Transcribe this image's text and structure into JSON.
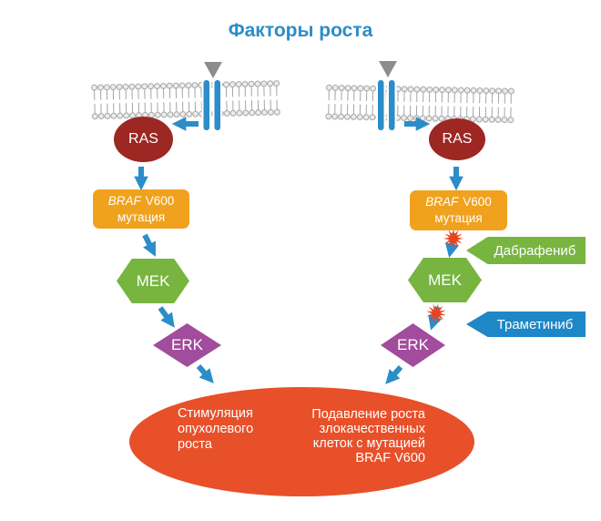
{
  "title": "Факторы роста",
  "theme": {
    "blue": "#2b8dc9",
    "maroon": "#9c2723",
    "orange": "#f0a21e",
    "green": "#77b540",
    "purple": "#a14c9c",
    "red_orange": "#e8502a",
    "drug_blue": "#1e87c6",
    "star_red": "#e8441f",
    "membrane_gray": "#a3a3a3",
    "membrane_head_fill": "#ededed",
    "ligand_gray": "#8d8d8d"
  },
  "left_pathway": {
    "ras_label": "RAS",
    "braf_label_gene": "BRAF",
    "braf_label_variant": "V600",
    "braf_label_line2": "мутация",
    "mek_label": "MEK",
    "erk_label": "ERK",
    "outcome_line1": "Стимуляция",
    "outcome_line2": "опухолевого",
    "outcome_line3": "роста"
  },
  "right_pathway": {
    "ras_label": "RAS",
    "braf_label_gene": "BRAF",
    "braf_label_variant": "V600",
    "braf_label_line2": "мутация",
    "mek_label": "MEK",
    "erk_label": "ERK",
    "outcome_line1": "Подавление роста",
    "outcome_line2": "злокачественных",
    "outcome_line3": "клеток с мутацией",
    "outcome_line4": "BRAF V600"
  },
  "drugs": {
    "braf_inhibitor": "Дабрафениб",
    "mek_inhibitor": "Траметиниб"
  },
  "icons": {
    "ligand": "triangle-down",
    "receptor": "double-blue-bars",
    "inhibition": "starburst",
    "flow": "blue-arrow"
  }
}
